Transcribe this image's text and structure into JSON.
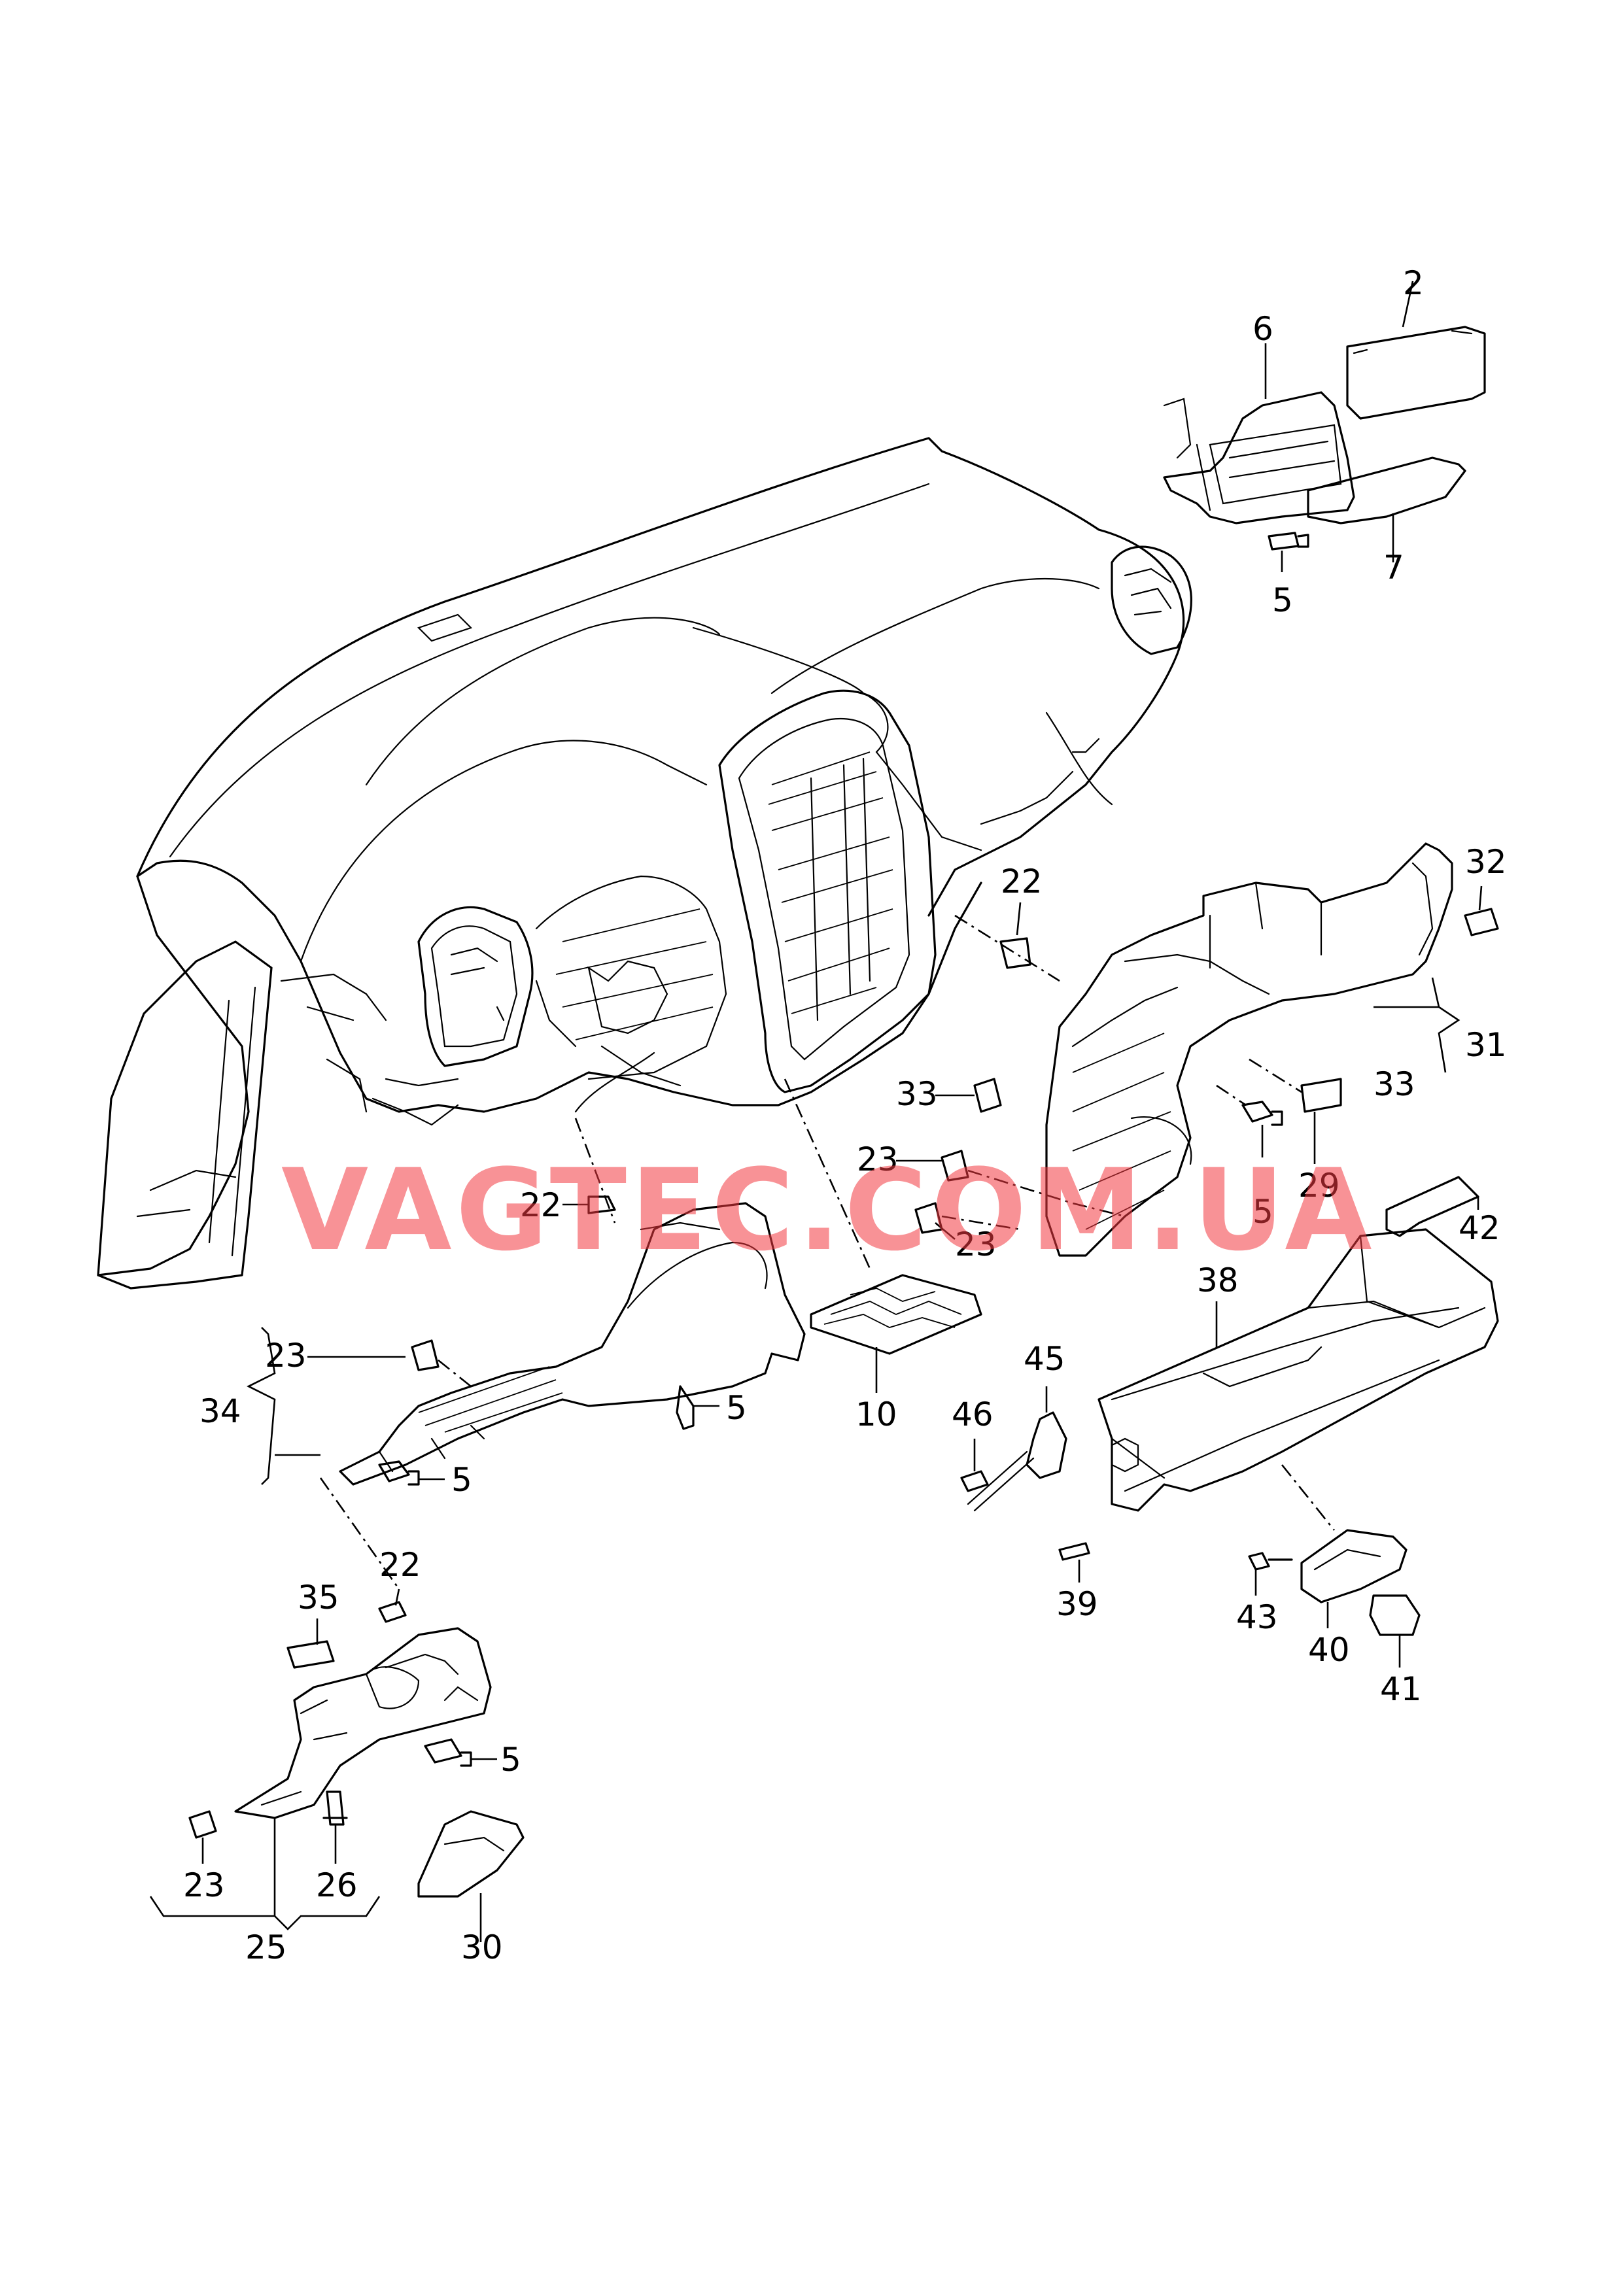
{
  "watermark": "VAGTEC.COM.UA",
  "callouts": [
    {
      "id": "c-2",
      "text": "2"
    },
    {
      "id": "c-6",
      "text": "6"
    },
    {
      "id": "c-5a",
      "text": "5"
    },
    {
      "id": "c-7",
      "text": "7"
    },
    {
      "id": "c-22a",
      "text": "22"
    },
    {
      "id": "c-32",
      "text": "32"
    },
    {
      "id": "c-31",
      "text": "31"
    },
    {
      "id": "c-33a",
      "text": "33"
    },
    {
      "id": "c-33b",
      "text": "33"
    },
    {
      "id": "c-29",
      "text": "29"
    },
    {
      "id": "c-23a",
      "text": "23"
    },
    {
      "id": "c-5b",
      "text": "5"
    },
    {
      "id": "c-22b",
      "text": "22"
    },
    {
      "id": "c-23b",
      "text": "23"
    },
    {
      "id": "c-42",
      "text": "42"
    },
    {
      "id": "c-38",
      "text": "38"
    },
    {
      "id": "c-23c",
      "text": "23"
    },
    {
      "id": "c-34",
      "text": "34"
    },
    {
      "id": "c-5c",
      "text": "5"
    },
    {
      "id": "c-10",
      "text": "10"
    },
    {
      "id": "c-45",
      "text": "45"
    },
    {
      "id": "c-46",
      "text": "46"
    },
    {
      "id": "c-5d",
      "text": "5"
    },
    {
      "id": "c-22c",
      "text": "22"
    },
    {
      "id": "c-35",
      "text": "35"
    },
    {
      "id": "c-39",
      "text": "39"
    },
    {
      "id": "c-43",
      "text": "43"
    },
    {
      "id": "c-40",
      "text": "40"
    },
    {
      "id": "c-41",
      "text": "41"
    },
    {
      "id": "c-5e",
      "text": "5"
    },
    {
      "id": "c-23d",
      "text": "23"
    },
    {
      "id": "c-26",
      "text": "26"
    },
    {
      "id": "c-25",
      "text": "25"
    },
    {
      "id": "c-30",
      "text": "30"
    }
  ]
}
